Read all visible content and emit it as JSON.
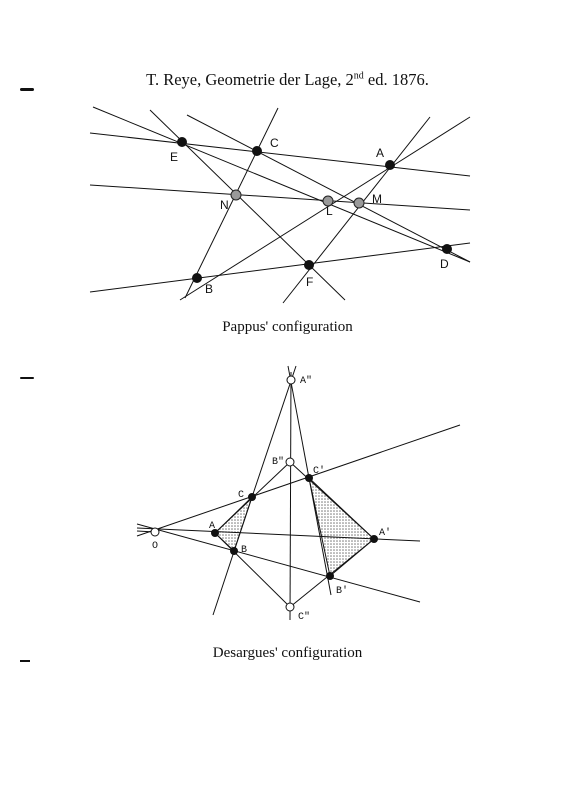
{
  "header": {
    "text": "T. Reye, Geometrie der Lage, 2",
    "sup": "nd",
    "tail": " ed. 1876."
  },
  "captions": {
    "pappus": "Pappus' configuration",
    "desargues": "Desargues' configuration"
  },
  "pappus_labels": {
    "E": "E",
    "C": "C",
    "A": "A",
    "N": "N",
    "L": "L",
    "M": "M",
    "D": "D",
    "B": "B",
    "F": "F"
  },
  "desargues_labels": {
    "A2": "A″",
    "B2": "B″",
    "C1": "C′",
    "C": "C",
    "A": "A",
    "A1": "A′",
    "O": "O",
    "B": "B",
    "B1": "B′",
    "C2": "C″"
  }
}
